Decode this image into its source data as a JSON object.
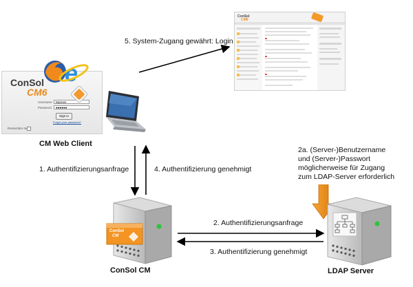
{
  "labels": {
    "system_access": "5. System-Zugang gewährt: Login",
    "web_client": "CM Web Client",
    "auth_request_1": "1. Authentifizierungsanfrage",
    "auth_approved_4": "4. Authentifizierung genehmigt",
    "ldap_note": [
      "2a. (Server-)Benutzername",
      "und (Server-)Passwort",
      "möglicherweise für Zugang",
      "zum LDAP-Server erforderlich"
    ],
    "auth_request_2": "2. Authentifizierungsanfrage",
    "auth_approved_3": "3. Authentifizierung genehmigt",
    "consol_cm": "ConSol CM",
    "ldap_server": "LDAP Server"
  },
  "login": {
    "brand_top": "ConSol",
    "brand_bottom": "CM6",
    "username_label": "Username",
    "username_value": "MyUser",
    "password_label": "Password",
    "password_value": "●●●●●●",
    "sign_in": "Sign in",
    "forgot": "Forgot your password?",
    "remember": "Remember me"
  },
  "server_badge": {
    "line1": "ConSol",
    "line2": "CM"
  },
  "app": {
    "brand_top": "ConSol",
    "brand_bottom": "CM6"
  },
  "colors": {
    "accent_orange": "#f28a1e",
    "server_gray": "#c9c9c9",
    "led_green": "#2fc33a",
    "arrow": "#000000"
  }
}
